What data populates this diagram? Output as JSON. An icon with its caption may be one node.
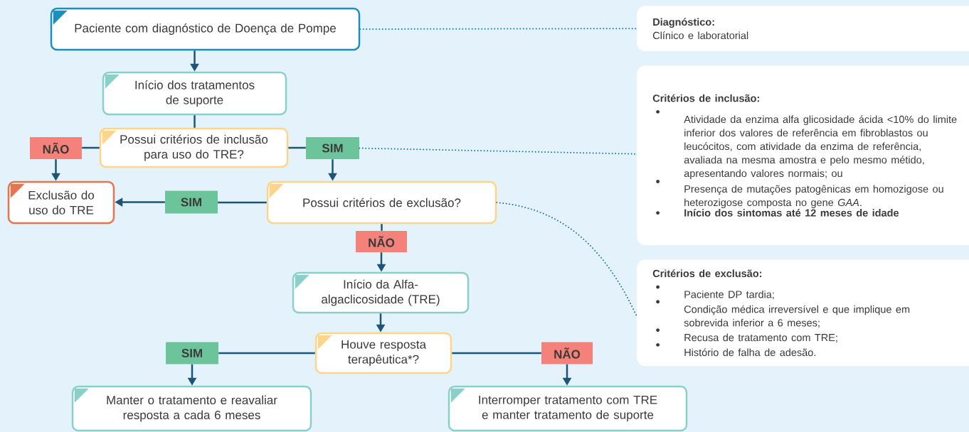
{
  "diagram": {
    "nodes": [
      {
        "text": [
          "Paciente com diagnóstico de Doença de Pompe"
        ]
      },
      {
        "text": [
          "Início dos tratamentos de suporte"
        ]
      },
      {
        "text": [
          "Possui critérios de inclusão para uso do TRE?"
        ]
      },
      {
        "text": [
          "NÃO"
        ]
      },
      {
        "text": [
          "SIM"
        ]
      },
      {
        "text": [
          "Exclusão do uso do TRE"
        ]
      },
      {
        "text": [
          "SIM"
        ]
      },
      {
        "text": [
          "Possui critérios de exclusão?"
        ]
      },
      {
        "text": [
          "NÃO"
        ]
      },
      {
        "text": [
          "Início da Alfa-algaclicosidade (TRE)"
        ]
      },
      {
        "text": [
          "Houve resposta terapêutica*?"
        ]
      },
      {
        "text": [
          "SIM"
        ]
      },
      {
        "text": [
          "NÃO"
        ]
      },
      {
        "text": [
          "Manter o tratamento e reavaliar resposta a cada 6 meses"
        ]
      },
      {
        "text": [
          "Interromper tratamento com TRE e manter tratamento de suporte"
        ]
      },
      {
        "text": [
          "Diagnóstico:",
          "Clínico e laboratorial"
        ]
      },
      {
        "text": [
          "Critérios de inclusão:",
          "Atividade da enzima alfa glicosidade ácida <10% do limite inferior dos valores de referência em fibroblastos ou leucócitos, com atividade da enzima de referência, avaliada na mesma amostra e pelo mesmo métido, apresentando valores normais; ou",
          "Presença de mutações patogênicas em homozigose ou heterozigose composta no gene *GAA*.",
          "Início dos sintomas até 12 meses de idade"
        ]
      },
      {
        "text": [
          "Critérios de exclusão:",
          "Paciente DP tardia;",
          "Condição médica irreversível e que implique em sobrevida inferior a 6 meses;",
          "Recusa de tratamento com TRE;",
          "Histório de falha de adesão."
        ]
      }
    ],
    "edges": [
      {
        "from": 0,
        "to": 1,
        "arrow": "to"
      },
      {
        "from": 1,
        "to": 2,
        "arrow": "none"
      },
      {
        "from": 2,
        "to": 3,
        "arrow": "none"
      },
      {
        "from": 3,
        "to": 5,
        "arrow": "to"
      },
      {
        "from": 2,
        "to": 4,
        "arrow": "none"
      },
      {
        "from": 4,
        "to": 7,
        "arrow": "to"
      },
      {
        "from": 7,
        "to": 6,
        "arrow": "none"
      },
      {
        "from": 6,
        "to": 5,
        "arrow": "to"
      },
      {
        "from": 7,
        "to": 8,
        "arrow": "none"
      },
      {
        "from": 8,
        "to": 9,
        "arrow": "to"
      },
      {
        "from": 9,
        "to": 10,
        "arrow": "to"
      },
      {
        "from": 10,
        "to": 11,
        "arrow": "none"
      },
      {
        "from": 11,
        "to": 13,
        "arrow": "to"
      },
      {
        "from": 10,
        "to": 12,
        "arrow": "none"
      },
      {
        "from": 12,
        "to": 14,
        "arrow": "to"
      },
      {
        "from": 0,
        "to": 15,
        "arrow": "none",
        "style": "dashed",
        "color": "#1b75a8"
      },
      {
        "from": 4,
        "to": 16,
        "arrow": "none",
        "style": "dashed",
        "color": "#1b75a8"
      },
      {
        "from": 7,
        "to": 17,
        "arrow": "none",
        "style": "dashed",
        "color": "#1b75a8"
      }
    ]
  }
}
